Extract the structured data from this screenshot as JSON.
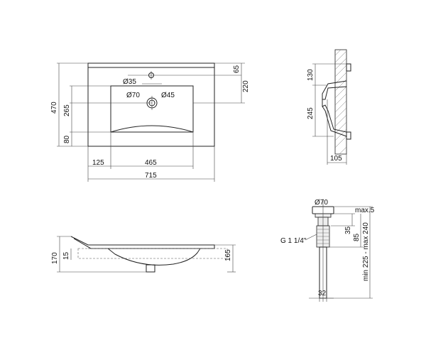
{
  "top_view": {
    "hole_tap": "Ø35",
    "hole_drain_outer": "Ø70",
    "hole_drain_inner": "Ø45",
    "dim_total_depth": "470",
    "dim_bowl_depth": "265",
    "dim_front": "80",
    "dim_top_offset": "65",
    "dim_tap_offset": "220",
    "dim_left": "125",
    "dim_bowl_width": "465",
    "dim_total_width": "715"
  },
  "side_section": {
    "dim_upper": "130",
    "dim_lower": "245",
    "dim_projection": "105"
  },
  "front_view": {
    "dim_height": "170",
    "dim_rim": "15",
    "dim_right": "165"
  },
  "drain": {
    "diameter": "Ø70",
    "thread": "G 1 1/4\"",
    "dim_cap": "max.5",
    "dim_35": "35",
    "dim_85": "85",
    "dim_range": "min 225 - max 240",
    "dim_pipe": "32"
  }
}
